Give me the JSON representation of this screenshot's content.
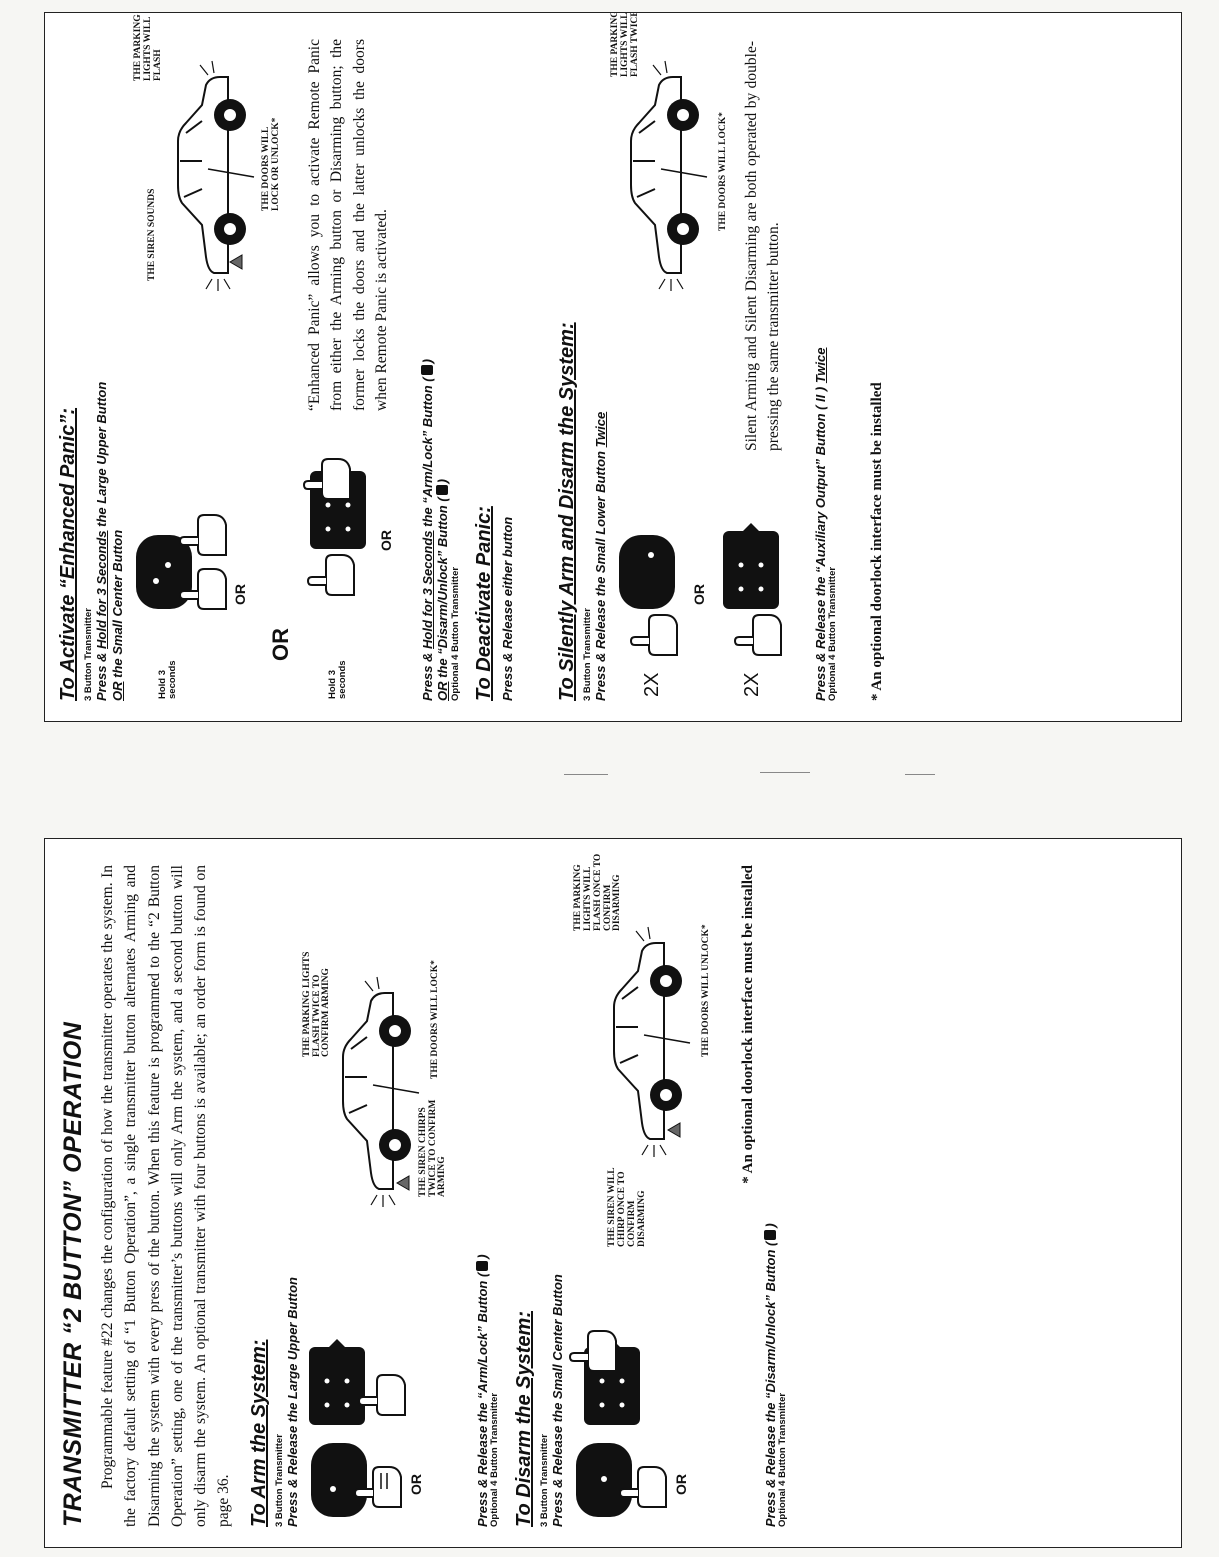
{
  "left": {
    "title": "TRANSMITTER “2 BUTTON” OPERATION",
    "intro": "Programmable feature #22 changes the configuration of how the transmitter operates the system. In the factory default setting of “1 Button Operation”, a single transmitter button alternates Arming and Disarming the system with every press of the button. When this feature is programmed to the “2 Button Operation” setting, one of the transmitter’s buttons will only Arm the system, and a second button will only disarm the system. An optional transmitter with four buttons is available; an order form is found on page 36.",
    "arm": {
      "heading": "To Arm the System:",
      "three_btn": "3 Button Transmitter",
      "instr": "Press & Release the Large Upper Button",
      "or": "OR",
      "siren": "THE SIREN CHIRPS TWICE TO CONFIRM ARMING",
      "lights": "THE PARKING LIGHTS FLASH TWICE TO CONFIRM ARMING",
      "doors": "THE DOORS WILL LOCK*",
      "four_instr_a": "Press & Release the “Arm/Lock” Button (",
      "four_instr_b": ")",
      "four_btn": "Optional 4 Button Transmitter"
    },
    "disarm": {
      "heading": "To Disarm the System:",
      "three_btn": "3 Button Transmitter",
      "instr": "Press & Release the Small Center Button",
      "or": "OR",
      "siren": "THE SIREN WILL CHIRP ONCE TO CONFIRM DISARMING",
      "lights": "THE PARKING LIGHTS WILL FLASH ONCE TO CONFIRM DISARMING",
      "doors": "THE DOORS WILL UNLOCK*",
      "four_instr_a": "Press & Release the “Disarm/Unlock” Button (",
      "four_instr_b": ")",
      "four_btn": "Optional 4 Button Transmitter"
    },
    "footnote": "* An optional doorlock interface must be installed"
  },
  "right": {
    "panic": {
      "heading": "To Activate “Enhanced Panic”:",
      "three_btn": "3 Button Transmitter",
      "instr_a": "Press & ",
      "instr_hold": "Hold for 3 Seconds",
      "instr_b": " the Large Upper Button",
      "instr_or": "OR",
      "instr_c": " the Small Center Button",
      "hold1": "Hold 3 seconds",
      "hold2": "Hold 3 seconds",
      "or_small": "OR",
      "or_big": "OR",
      "or_small2": "OR",
      "siren": "THE SIREN SOUNDS",
      "doors": "THE DOORS WILL LOCK OR UNLOCK*",
      "lights": "THE PARKING LIGHTS WILL FLASH",
      "desc": "“Enhanced Panic” allows you to activate Remote Panic from either the Arming button or Disarming button; the former locks the doors and the latter unlocks the doors when Remote Panic is activated.",
      "four_instr_a": "Press & ",
      "four_hold": "Hold for 3 Seconds",
      "four_instr_b": " the “Arm/Lock” Button (",
      "four_instr_c": ")",
      "four_or": "OR",
      "four_instr_d": " the “Disarm/Unlock” Button (",
      "four_instr_e": ")",
      "four_btn": "Optional 4 Button Transmitter"
    },
    "deactivate": {
      "heading": "To Deactivate Panic:",
      "instr": "Press & Release either button"
    },
    "silent": {
      "heading": "To Silently Arm and Disarm the System:",
      "three_btn": "3 Button Transmitter",
      "instr_a": "Press & Release the Small Lower Button ",
      "instr_twice": "Twice",
      "mult1": "2X",
      "mult2": "2X",
      "or": "OR",
      "doors": "THE DOORS WILL LOCK*",
      "lights": "THE PARKING LIGHTS WILL FLASH TWICE",
      "desc": "Silent Arming and Silent Disarming are both operated by double-pressing the same transmitter button.",
      "four_instr_a": "Press & Release the “Auxiliary Output” Button ( II ) ",
      "four_twice": "Twice",
      "four_btn": "Optional 4 Button Transmitter"
    },
    "footnote": "* An optional doorlock interface must be installed"
  }
}
